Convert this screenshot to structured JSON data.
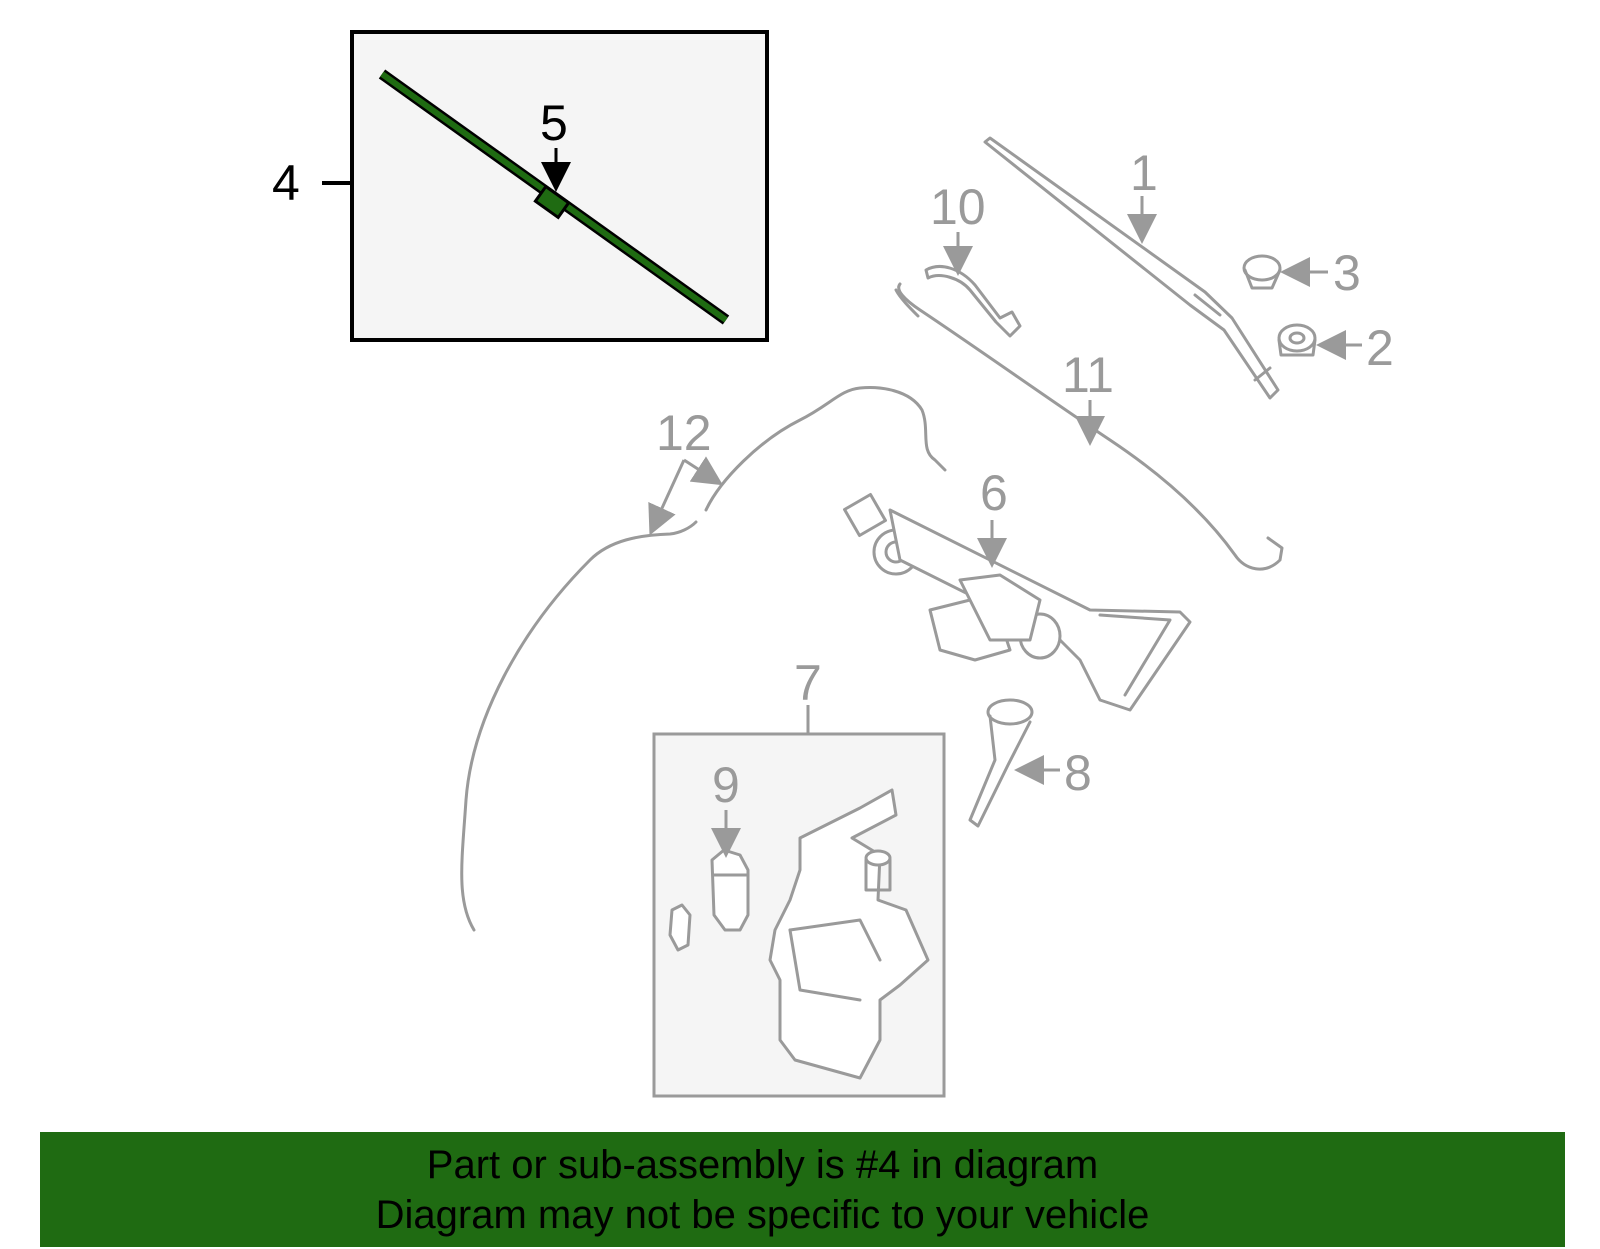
{
  "callouts": {
    "c1": "1",
    "c2": "2",
    "c3": "3",
    "c4": "4",
    "c5": "5",
    "c6": "6",
    "c7": "7",
    "c8": "8",
    "c9": "9",
    "c10": "10",
    "c11": "11",
    "c12": "12"
  },
  "highlighted_part": "4",
  "footer": {
    "line1": "Part or sub-assembly is #4 in diagram",
    "line2": "Diagram may not be specific to your vehicle"
  },
  "colors": {
    "highlight": "#1f6b12",
    "banner": "#1f6b12",
    "inactive_part": "#9a9a9a",
    "active_part": "#000000",
    "box_fill": "#f5f5f5"
  }
}
